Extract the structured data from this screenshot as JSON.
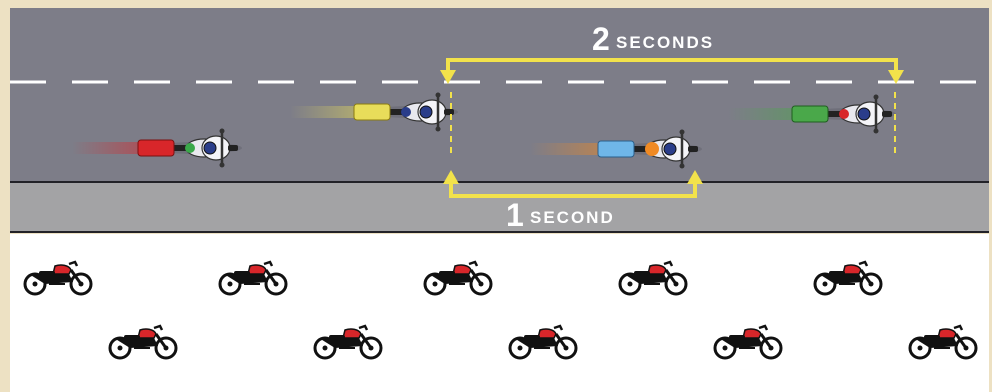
{
  "labels": {
    "top_number": "2",
    "top_word": "SECONDS",
    "bottom_number": "1",
    "bottom_word": "SECOND"
  },
  "colors": {
    "border": "#ede1c3",
    "road": "#7d7d88",
    "shoulder": "#a3a3a5",
    "bracket": "#f2e24b",
    "lane_marking": "#ffffff",
    "panel": "#ffffff"
  },
  "riders": [
    {
      "name": "red-rider",
      "color": "#d8262a"
    },
    {
      "name": "yellow-rider",
      "color": "#e8dd5a"
    },
    {
      "name": "orange-rider",
      "color": "#f08a24"
    },
    {
      "name": "green-rider",
      "color": "#4aa84a"
    }
  ],
  "motorcycle_icons": {
    "row1_count": 5,
    "row2_count": 5,
    "icon": "motorcycle-icon"
  }
}
